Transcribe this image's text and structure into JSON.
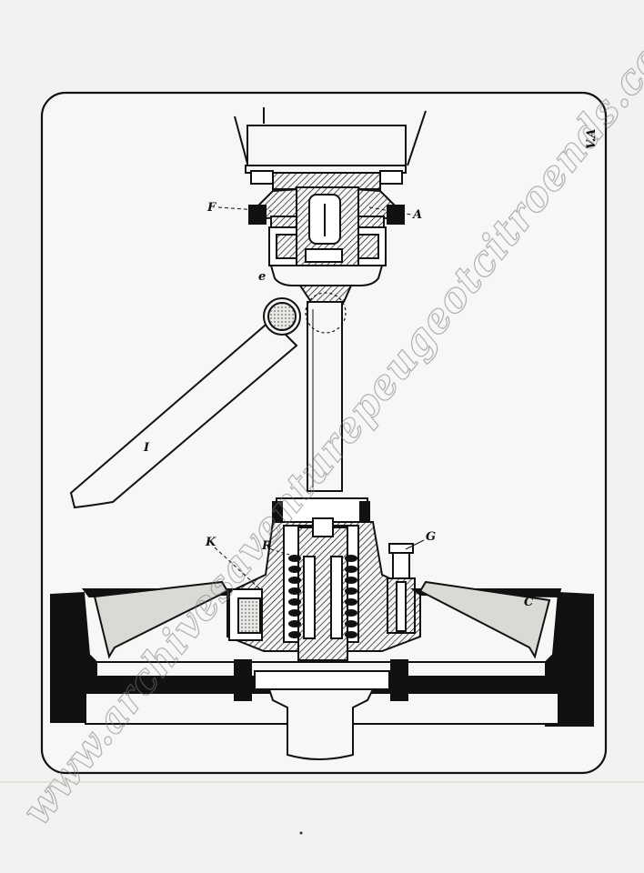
{
  "drawing": {
    "corner_tag": "V.A",
    "labels": {
      "F": "F",
      "A": "A",
      "e": "e",
      "I": "I",
      "K": "K",
      "R": "R",
      "G": "G",
      "C": "C"
    }
  },
  "watermark": {
    "text": "www.archivesaventurepeugeotcitroends.com",
    "color": "#777777"
  },
  "colors": {
    "ink": "#111111",
    "paper": "#f7f7f5",
    "background": "#f2f2f0"
  }
}
